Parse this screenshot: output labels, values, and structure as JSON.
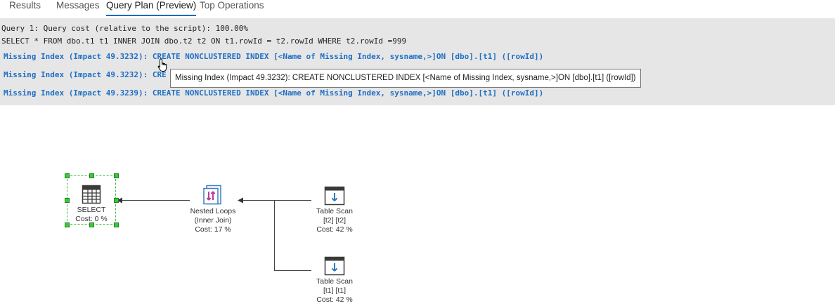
{
  "tabs": [
    "Results",
    "Messages",
    "Query Plan (Preview)",
    "Top Operations"
  ],
  "active_tab": "Query Plan (Preview)",
  "query_header": "Query 1: Query cost (relative to the script): 100.00%",
  "query_text": "SELECT * FROM dbo.t1 t1 INNER JOIN dbo.t2 t2 ON t1.rowId = t2.rowId WHERE t2.rowId =999",
  "missing_indexes": [
    "Missing Index (Impact 49.3232): CREATE NONCLUSTERED INDEX [<Name of Missing Index, sysname,>]ON [dbo].[t1] ([rowId])",
    "Missing Index (Impact 49.3232): CRE",
    "Missing Index (Impact 49.3239): CREATE NONCLUSTERED INDEX [<Name of Missing Index, sysname,>]ON [dbo].[t1] ([rowId])"
  ],
  "tooltip": "Missing Index (Impact 49.3232): CREATE NONCLUSTERED INDEX [<Name of Missing Index, sysname,>]ON [dbo].[t1] ([rowId])",
  "nodes": {
    "select": {
      "line1": "SELECT",
      "line2": "Cost: 0 %"
    },
    "nested_loops": {
      "line1": "Nested Loops",
      "line2": "(Inner Join)",
      "line3": "Cost: 17 %"
    },
    "scan_t2": {
      "line1": "Table Scan",
      "line2": "[t2] [t2]",
      "line3": "Cost: 42 %"
    },
    "scan_t1": {
      "line1": "Table Scan",
      "line2": "[t1] [t1]",
      "line3": "Cost: 42 %"
    }
  },
  "colors": {
    "link": "#1f6fc5",
    "tab_underline": "#0f6cbd",
    "selection": "#2fd02f",
    "loops_icon": "#c0399b",
    "scan_icon": "#2b78c2"
  }
}
